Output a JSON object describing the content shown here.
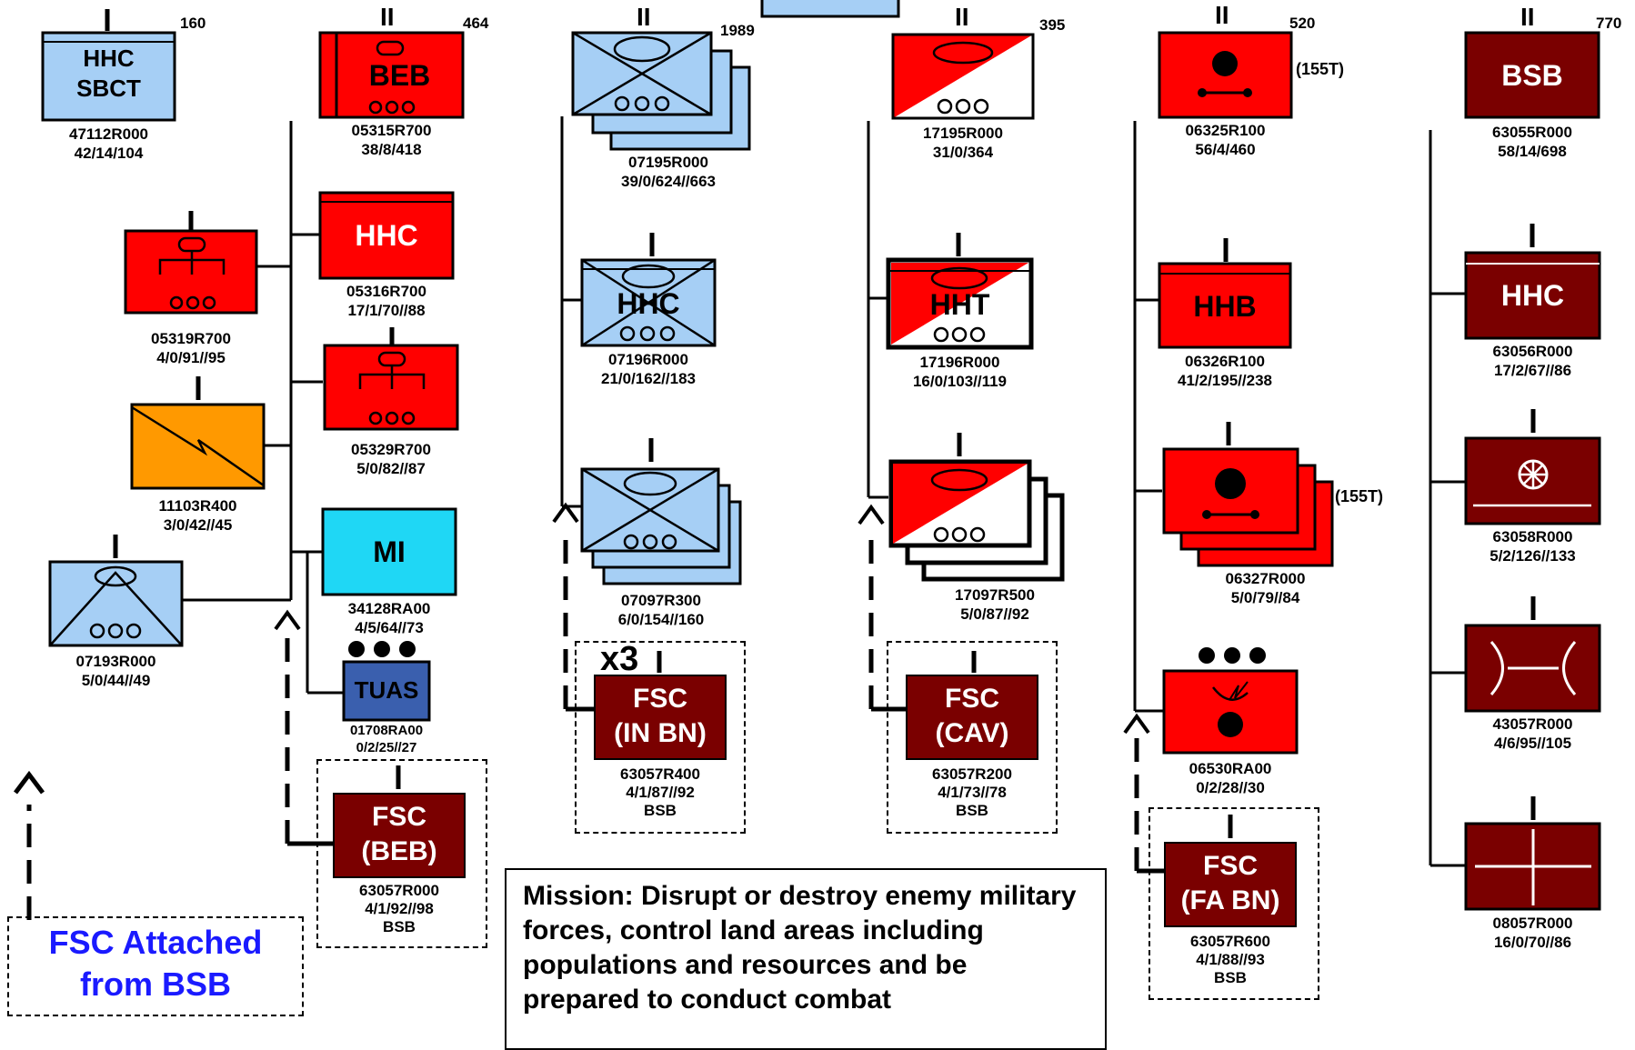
{
  "top_strengths": [
    "160",
    "464",
    "1989",
    "395",
    "520",
    "770"
  ],
  "echelons": {
    "company": "I",
    "battalion": "II",
    "team": "●●●"
  },
  "units": {
    "hhc_sbct": {
      "line1": "HHC",
      "line2": "SBCT",
      "code": "47112R000",
      "pers": "42/14/104"
    },
    "beb": {
      "label": "BEB",
      "code": "05315R700",
      "pers": "38/8/418"
    },
    "beb_hhc": {
      "label": "HHC",
      "code": "05316R700",
      "pers": "17/1/70//88"
    },
    "eng_co_a": {
      "code": "05319R700",
      "pers": "4/0/91//95"
    },
    "eng_co_b": {
      "code": "05329R700",
      "pers": "5/0/82//87"
    },
    "signal": {
      "code": "11103R400",
      "pers": "3/0/42//45"
    },
    "mi": {
      "label": "MI",
      "code": "34128RA00",
      "pers": "4/5/64//73"
    },
    "tuas": {
      "label": "TUAS",
      "code": "01708RA00",
      "pers": "0/2/25//27"
    },
    "recon_troop": {
      "code": "07193R000",
      "pers": "5/0/44//49"
    },
    "inf_bn": {
      "code": "07195R000",
      "pers": "39/0/624//663"
    },
    "inf_hhc": {
      "label": "HHC",
      "code": "07196R000",
      "pers": "21/0/162//183"
    },
    "inf_co": {
      "code": "07097R300",
      "pers": "6/0/154//160",
      "mult": "x3"
    },
    "cav": {
      "code": "17195R000",
      "pers": "31/0/364"
    },
    "cav_hht": {
      "label": "HHT",
      "code": "17196R000",
      "pers": "16/0/103//119"
    },
    "cav_troop": {
      "code": "17097R500",
      "pers": "5/0/87//92"
    },
    "fa_bn": {
      "code": "06325R100",
      "pers": "56/4/460",
      "note": "(155T)"
    },
    "fa_hhb": {
      "label": "HHB",
      "code": "06326R100",
      "pers": "41/2/195//238"
    },
    "fa_btry": {
      "code": "06327R000",
      "pers": "5/0/79//84",
      "note": "(155T)"
    },
    "fa_radar": {
      "code": "06530RA00",
      "pers": "0/2/28//30"
    },
    "bsb": {
      "label": "BSB",
      "code": "63055R000",
      "pers": "58/14/698"
    },
    "bsb_hhc": {
      "label": "HHC",
      "code": "63056R000",
      "pers": "17/2/67//86"
    },
    "bsb_maint": {
      "code": "63058R000",
      "pers": "5/2/126//133"
    },
    "bsb_supply": {
      "code": "43057R000",
      "pers": "4/6/95//105"
    },
    "bsb_med": {
      "code": "08057R000",
      "pers": "16/0/70//86"
    }
  },
  "fscs": [
    {
      "line1": "FSC",
      "line2": "(BEB)",
      "code": "63057R000",
      "pers": "4/1/92//98",
      "parent": "BSB"
    },
    {
      "line1": "FSC",
      "line2": "(IN BN)",
      "code": "63057R400",
      "pers": "4/1/87//92",
      "parent": "BSB"
    },
    {
      "line1": "FSC",
      "line2": "(CAV)",
      "code": "63057R200",
      "pers": "4/1/73//78",
      "parent": "BSB"
    },
    {
      "line1": "FSC",
      "line2": "(FA BN)",
      "code": "63057R600",
      "pers": "4/1/88//93",
      "parent": "BSB"
    }
  ],
  "fsc_note": {
    "line1": "FSC Attached",
    "line2": "from BSB"
  },
  "mission": "Mission: Disrupt or destroy enemy military forces, control land areas including populations and resources and be prepared to conduct combat",
  "colors": {
    "red": "#ff0000",
    "lightblue": "#a6cff5",
    "cyan": "#1fd7f5",
    "navy": "#3a5fae",
    "orange": "#ff9900",
    "maroon": "#7a0000",
    "fsc_text": "#1a1aff"
  }
}
